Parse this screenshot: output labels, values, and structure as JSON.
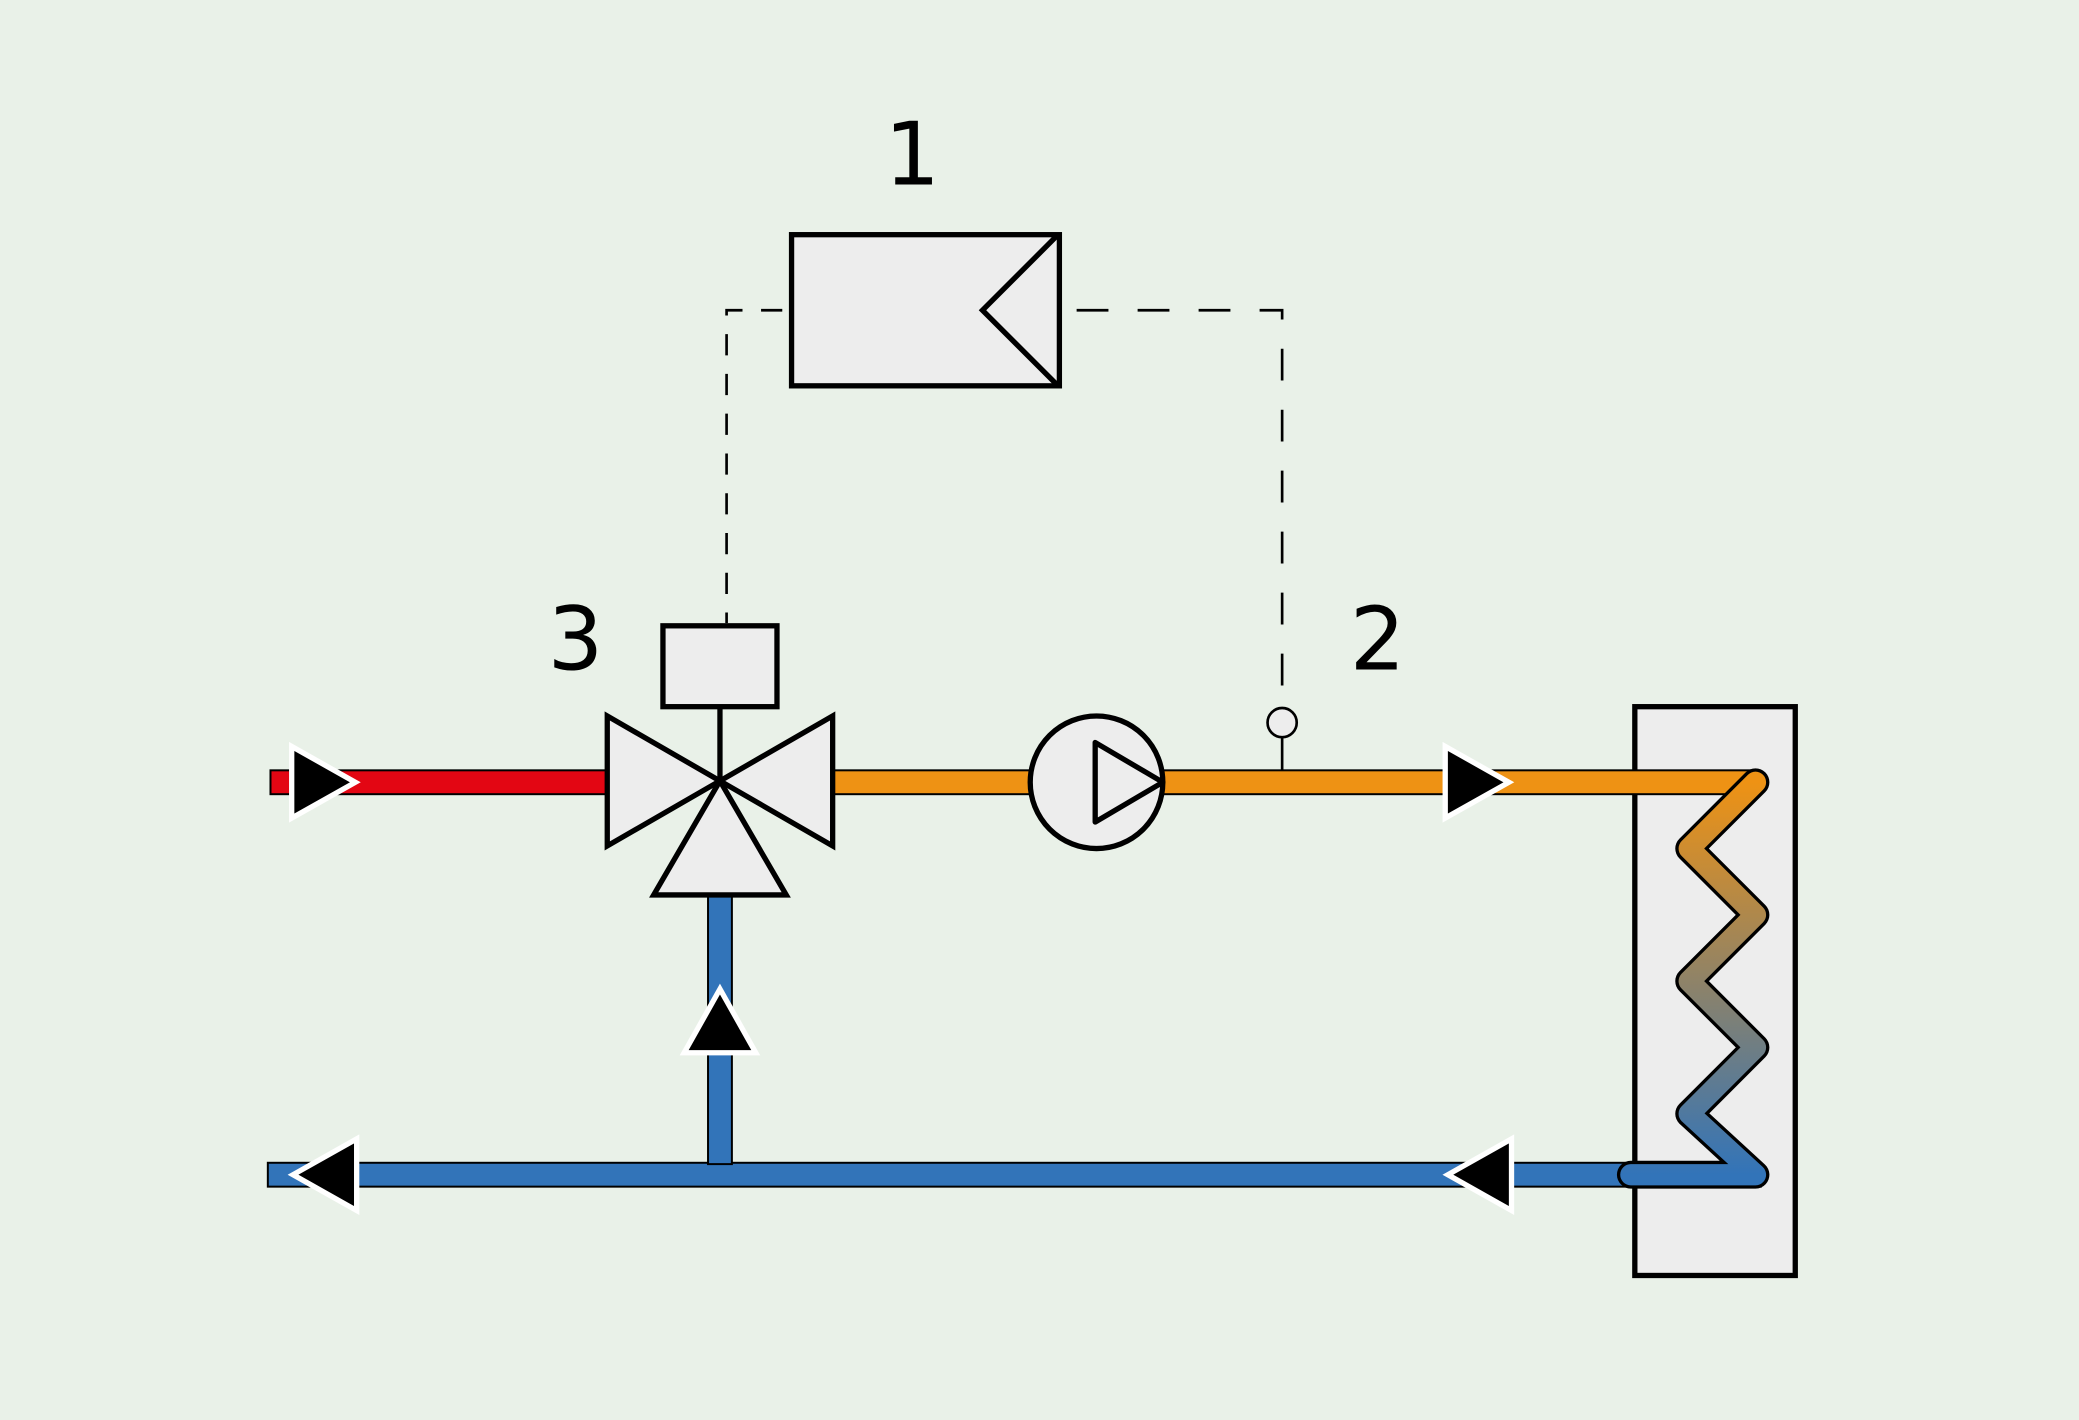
{
  "colors": {
    "background": "#e9f1e8",
    "hot_supply": "#e30613",
    "mixed_flow": "#ee9214",
    "return_flow": "#3274b9",
    "component_fill": "#ededed",
    "outline": "#000000",
    "arrow_outline": "#ffffff"
  },
  "labels": {
    "controller": "1",
    "sensor": "2",
    "mixing_valve": "3"
  },
  "icons": {
    "controller": "controller-box-icon",
    "actuator": "valve-actuator-icon",
    "valve": "three-way-valve-icon",
    "pump": "circulation-pump-icon",
    "sensor": "temperature-sensor-icon",
    "heat_exchanger": "heat-exchanger-coil-icon",
    "flow_arrow": "flow-direction-arrow-icon"
  }
}
